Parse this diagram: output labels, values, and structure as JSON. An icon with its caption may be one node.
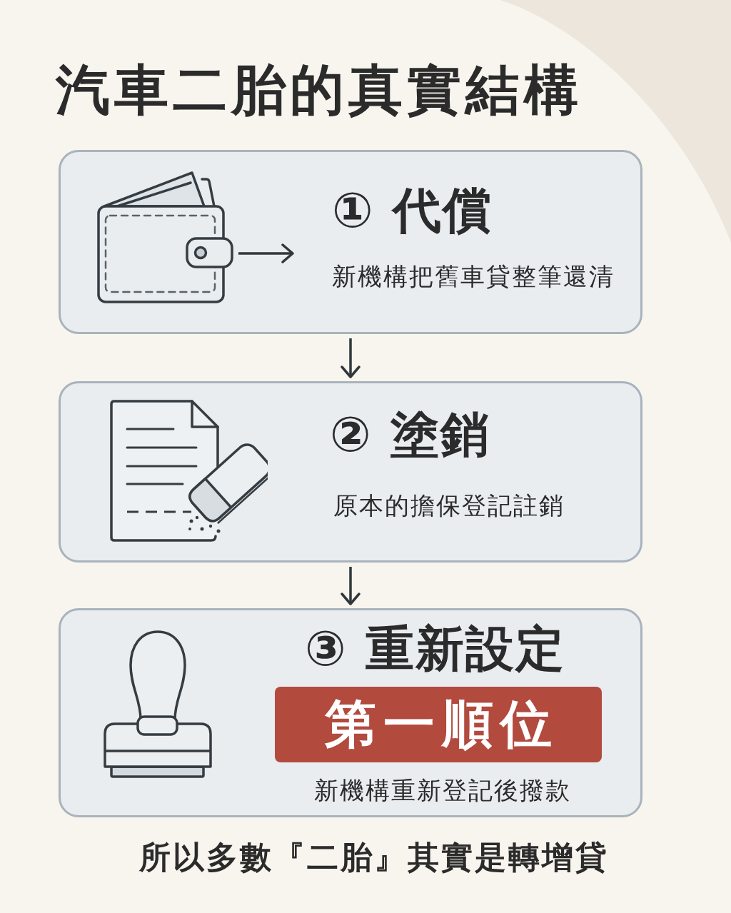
{
  "diagram": {
    "title": "汽車二胎的真實結構",
    "nodes": [
      {
        "text": [
          "① 代償",
          "新機構把舊車貸整筆還清"
        ]
      },
      {
        "text": [],
        "shape": "picture",
        "in": 0
      },
      {
        "text": [
          "② 塗銷",
          "原本的擔保登記註銷"
        ]
      },
      {
        "text": [
          "③ 重新設定",
          "新機構重新登記後撥款"
        ]
      },
      {
        "text": [
          "第一順位"
        ],
        "in": 3
      }
    ],
    "edges": [
      {
        "from": 0,
        "to": 2,
        "arrow": "to"
      },
      {
        "from": 2,
        "to": 3,
        "arrow": "to"
      },
      {
        "from": 1,
        "to": null,
        "arrow": "to"
      }
    ],
    "caption": "所以多數『二胎』其實是轉增貸"
  }
}
